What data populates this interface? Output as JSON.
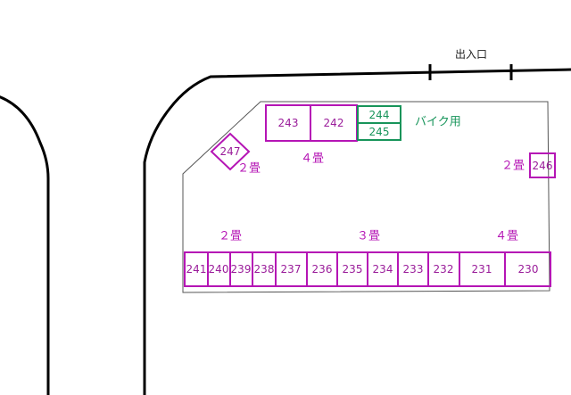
{
  "map": {
    "entrance_label": "出入口",
    "bike_label": "バイク用",
    "colors": {
      "unit": "#b515b5",
      "bike": "#17945a",
      "road": "#000000",
      "lot": "#555555"
    },
    "size_labels": [
      {
        "id": "top-left-2",
        "text": "２畳"
      },
      {
        "id": "top-mid-4",
        "text": "４畳"
      },
      {
        "id": "right-2",
        "text": "２畳"
      },
      {
        "id": "bottom-2",
        "text": "２畳"
      },
      {
        "id": "bottom-3",
        "text": "３畳"
      },
      {
        "id": "bottom-4",
        "text": "４畳"
      }
    ],
    "units": [
      {
        "id": "243",
        "label": "243",
        "kind": "storage"
      },
      {
        "id": "242",
        "label": "242",
        "kind": "storage"
      },
      {
        "id": "244",
        "label": "244",
        "kind": "bike"
      },
      {
        "id": "245",
        "label": "245",
        "kind": "bike"
      },
      {
        "id": "247",
        "label": "247",
        "kind": "storage"
      },
      {
        "id": "246",
        "label": "246",
        "kind": "storage"
      },
      {
        "id": "241",
        "label": "241",
        "kind": "storage"
      },
      {
        "id": "240",
        "label": "240",
        "kind": "storage"
      },
      {
        "id": "239",
        "label": "239",
        "kind": "storage"
      },
      {
        "id": "238",
        "label": "238",
        "kind": "storage"
      },
      {
        "id": "237",
        "label": "237",
        "kind": "storage"
      },
      {
        "id": "236",
        "label": "236",
        "kind": "storage"
      },
      {
        "id": "235",
        "label": "235",
        "kind": "storage"
      },
      {
        "id": "234",
        "label": "234",
        "kind": "storage"
      },
      {
        "id": "233",
        "label": "233",
        "kind": "storage"
      },
      {
        "id": "232",
        "label": "232",
        "kind": "storage"
      },
      {
        "id": "231",
        "label": "231",
        "kind": "storage"
      },
      {
        "id": "230",
        "label": "230",
        "kind": "storage"
      }
    ]
  }
}
